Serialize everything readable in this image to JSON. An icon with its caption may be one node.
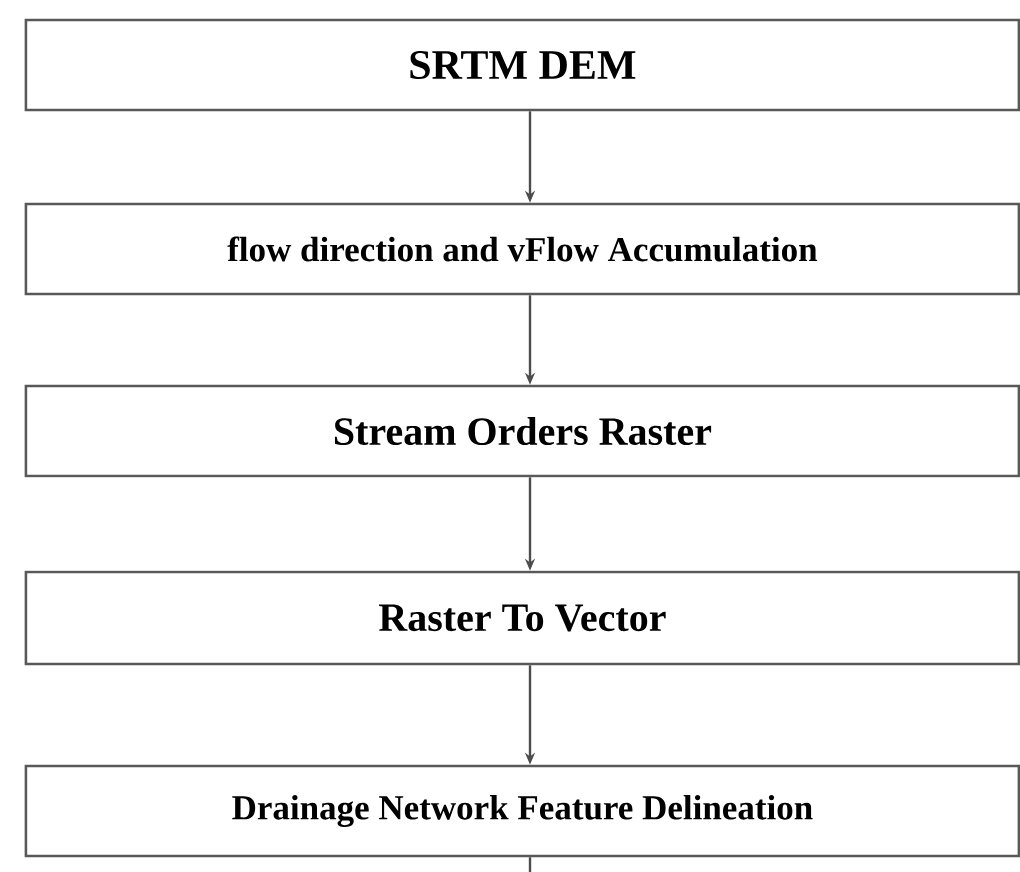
{
  "diagram": {
    "nodes": [
      {
        "text": [
          "SRTM DEM"
        ]
      },
      {
        "text": [
          "flow direction and vFlow Accumulation"
        ]
      },
      {
        "text": [
          "Stream Orders Raster"
        ]
      },
      {
        "text": [
          "Raster To Vector"
        ]
      },
      {
        "text": [
          "Drainage Network Feature Delineation"
        ]
      }
    ],
    "edges": [
      {
        "from": 0,
        "to": 1,
        "arrow": "to"
      },
      {
        "from": 1,
        "to": 2,
        "arrow": "to"
      },
      {
        "from": 2,
        "to": 3,
        "arrow": "to"
      },
      {
        "from": 3,
        "to": 4,
        "arrow": "to"
      },
      {
        "from": 4,
        "to": null,
        "arrow": "none"
      }
    ]
  }
}
